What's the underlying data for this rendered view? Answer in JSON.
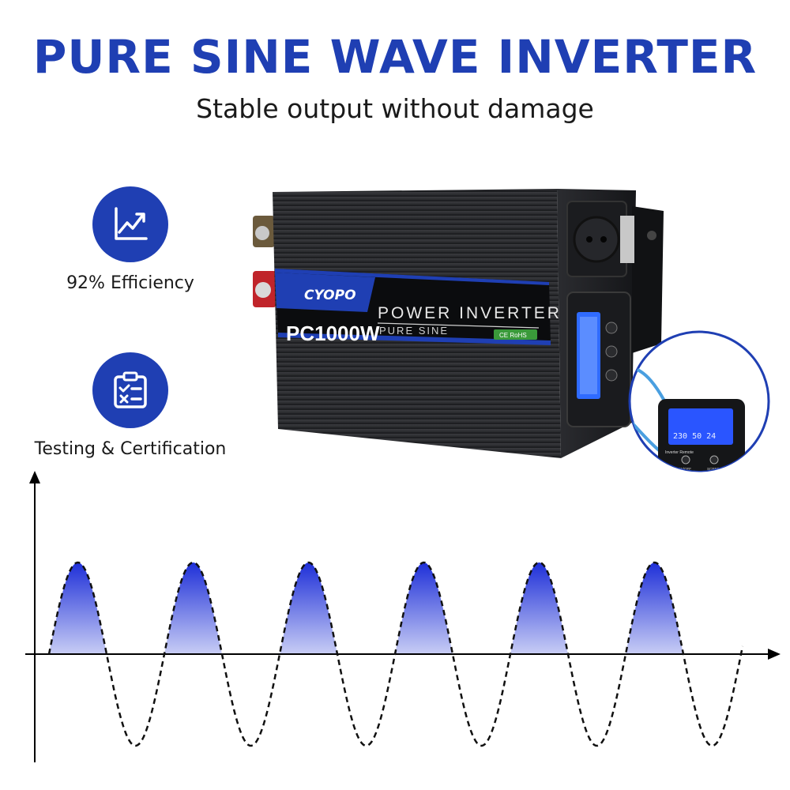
{
  "header": {
    "title": "PURE SINE WAVE INVERTER",
    "subtitle": "Stable output without damage"
  },
  "features": [
    {
      "icon": "trend-chart-icon",
      "label": "92% Efficiency"
    },
    {
      "icon": "checklist-icon",
      "label": "Testing & Certification"
    }
  ],
  "product": {
    "brand": "CYOPO",
    "model": "PC1000W",
    "panel_title": "POWER INVERTER",
    "panel_subtitle": "PURE SINE",
    "cert_marks": "CE   RoHS",
    "remote_label": "Inverter Remote",
    "remote_button_1": "ON/OFF",
    "remote_button_2": "SCREEN",
    "remote_readout": "230 50 24"
  },
  "colors": {
    "brand_blue": "#1f3fb3",
    "wave_fill_top": "#1e2fd8",
    "wave_fill_bottom": "#c8cdf5",
    "housing": "#2a2b2e"
  }
}
